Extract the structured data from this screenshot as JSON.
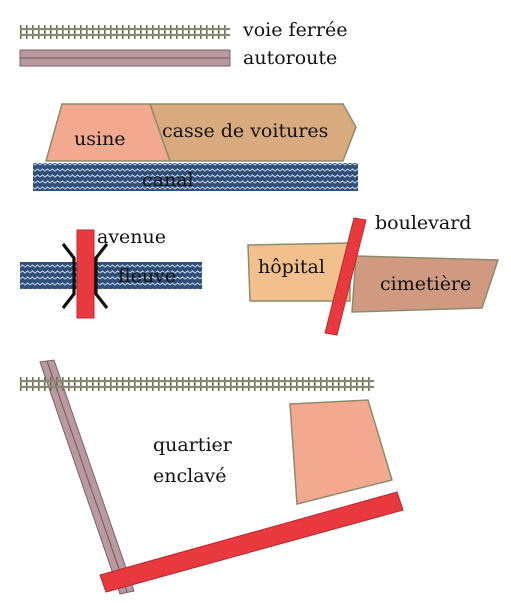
{
  "legend": {
    "rail_label": "voie ferrée",
    "highway_label": "autoroute"
  },
  "example_factory": {
    "factory_label": "usine",
    "scrapyard_label": "casse de voitures",
    "canal_label": "canal"
  },
  "example_river": {
    "avenue_label": "avenue",
    "river_label": "fleuve"
  },
  "example_hospital": {
    "boulevard_label": "boulevard",
    "hospital_label": "hôpital",
    "cemetery_label": "cimetière"
  },
  "example_enclave": {
    "district_label_line1": "quartier",
    "district_label_line2": "enclavé"
  },
  "colors": {
    "rail": "#8a8a72",
    "highway": "#b99a9e",
    "factory": "#f2a98f",
    "scrapyard": "#d8aa7e",
    "water": "#8fa7c4",
    "road_red": "#e8393f",
    "hospital": "#f2c08c",
    "cemetery": "#cf9a80",
    "outline": "#8c8c6c"
  }
}
